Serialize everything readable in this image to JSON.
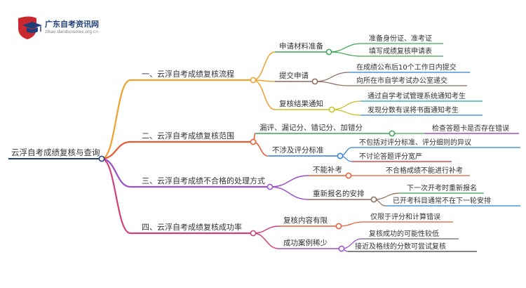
{
  "brand": {
    "name": "广东自考资讯网",
    "domain": "zikao.dandunsoies.org.cn",
    "logo_icon": "graduation-cap-shield-icon",
    "logo_colors": {
      "shield": "#c8282e",
      "cap": "#1f3f7a"
    }
  },
  "root": {
    "label": "云浮自考成绩复核与查询"
  },
  "branches": [
    {
      "label": "一、云浮自考成绩复核流程",
      "color": "#f0a030",
      "children": [
        {
          "label": "申请材料准备",
          "color": "#3aa655",
          "leaves": [
            {
              "label": "准备身份证、准考证",
              "color": "#3aa655"
            },
            {
              "label": "填写成绩复核申请表",
              "color": "#3aa655"
            }
          ]
        },
        {
          "label": "提交申请",
          "color": "#8b6a5a",
          "leaves": [
            {
              "label": "在成绩公布后10个工作日内提交",
              "color": "#2f7fd8"
            },
            {
              "label": "向所在市自学考试办公室递交",
              "color": "#8b6a5a"
            }
          ]
        },
        {
          "label": "复核结果通知",
          "color": "#c8c020",
          "leaves": [
            {
              "label": "通过自学考试管理系统通知考生",
              "color": "#18a8b0"
            },
            {
              "label": "发现分数有误将书面通知考生",
              "color": "#2f7fd8"
            }
          ]
        }
      ]
    },
    {
      "label": "二、云浮自考成绩复核范围",
      "color": "#e85a30",
      "children": [
        {
          "label": "漏评、漏记分、错记分、加错分",
          "color": "#3aa655",
          "leaves": [
            {
              "label": "检查答题卡是否存在错误",
              "color": "#8a2ab8"
            }
          ]
        },
        {
          "label": "不涉及评分标准",
          "color": "#2f7fd8",
          "leaves": [
            {
              "label": "不包括对评分标准、评分细则的异议",
              "color": "#2f7fd8"
            },
            {
              "label": "不讨论答题评分宽严",
              "color": "#c8282e"
            }
          ]
        }
      ]
    },
    {
      "label": "三、云浮自考成绩不合格的处理方式",
      "color": "#9b4fc8",
      "children": [
        {
          "label": "不能补考",
          "color": "#e85a30",
          "leaves": [
            {
              "label": "不合格成绩不能进行补考",
              "color": "#e85a30"
            }
          ]
        },
        {
          "label": "重新报名的安排",
          "color": "#8b6a5a",
          "leaves": [
            {
              "label": "下一次开考时重新报名",
              "color": "#3aa655"
            },
            {
              "label": "已开考科目通常不在下一轮安排",
              "color": "#2f7fd8"
            }
          ]
        }
      ]
    },
    {
      "label": "四、云浮自考成绩复核成功率",
      "color": "#d0407a",
      "children": [
        {
          "label": "复核内容有限",
          "color": "#e85a30",
          "leaves": [
            {
              "label": "仅限于评分和计算错误",
              "color": "#e85a30"
            }
          ]
        },
        {
          "label": "成功案例稀少",
          "color": "#9b4fc8",
          "leaves": [
            {
              "label": "复核成功的可能性较低",
              "color": "#666666"
            },
            {
              "label": "接近及格线的分数可尝试复核",
              "color": "#3a3a3a"
            }
          ]
        }
      ]
    }
  ]
}
